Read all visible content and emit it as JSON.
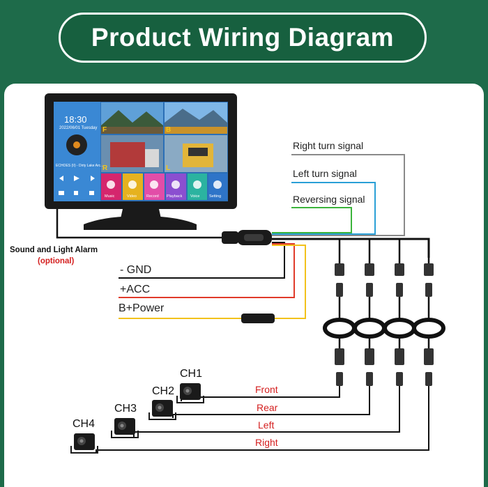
{
  "title": "Product Wiring Diagram",
  "screen": {
    "time": "18:30",
    "date": "2022/06/01  Tuesday",
    "song": "ECHOES (II) - Dirty Lake Arc...",
    "quad_labels": [
      "F",
      "B",
      "R",
      "L"
    ],
    "menu": [
      "Music",
      "Video",
      "Record",
      "Playback",
      "Voice",
      "Setting"
    ]
  },
  "signals": {
    "right_turn": "Right turn signal",
    "left_turn": "Left turn signal",
    "reversing": "Reversing signal"
  },
  "alarm": {
    "label": "Sound and Light Alarm",
    "note": "(optional)"
  },
  "power": {
    "gnd": "- GND",
    "acc": "+ACC",
    "bpower": "B+Power"
  },
  "cameras": [
    {
      "label": "CH1",
      "direction": "Front"
    },
    {
      "label": "CH2",
      "direction": "Rear"
    },
    {
      "label": "CH3",
      "direction": "Left"
    },
    {
      "label": "CH4",
      "direction": "Right"
    }
  ],
  "colors": {
    "background": "#1e6b4a",
    "right_turn_wire": "#8a8a8a",
    "left_turn_wire": "#2a9fd6",
    "reversing_wire": "#3cb43c",
    "gnd_wire": "#111111",
    "acc_wire": "#e03a2a",
    "bpower_wire": "#f2c21b",
    "direction_text": "#d41f1f"
  }
}
